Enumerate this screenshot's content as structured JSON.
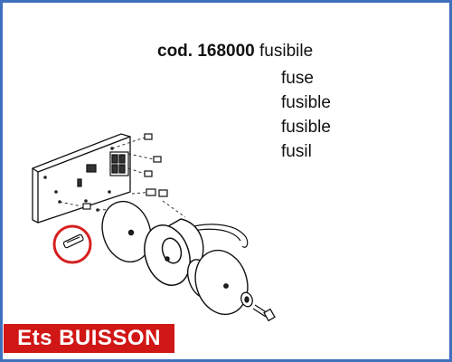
{
  "header": {
    "code_label": "cod. 168000",
    "part_name": "fusibile"
  },
  "translations": [
    "fuse",
    "fusible",
    "fusible",
    "fusil"
  ],
  "brand": {
    "text": "Ets BUISSON",
    "background": "#d11616"
  },
  "highlight_color": "#d62020",
  "frame_color": "#3f6fbd"
}
